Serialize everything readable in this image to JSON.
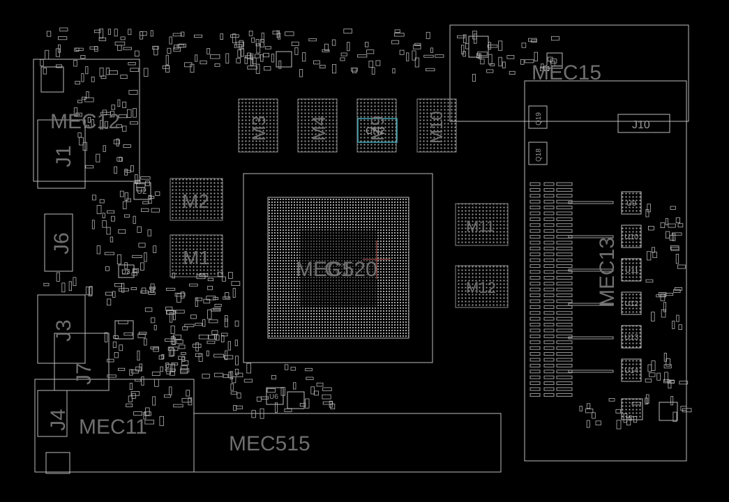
{
  "board": {
    "labels": {
      "mec12": "MEC12",
      "mec13": "MEC13",
      "mec15": "MEC15",
      "mec11": "MEC11",
      "mec515": "MEC515",
      "mec520": "MEC520",
      "g1": "G1"
    },
    "connectors": {
      "j1": "J1",
      "j6": "J6",
      "j3": "J3",
      "j7": "J7",
      "j4": "J4",
      "j10": "J10"
    },
    "memory": {
      "m1": "M1",
      "m2": "M2",
      "m3": "M3",
      "m4": "M4",
      "m9": "M9",
      "m10": "M10",
      "m11": "M11",
      "m12": "M12"
    },
    "chips": {
      "u9": "U9",
      "u10": "U10",
      "u11": "U11",
      "u12": "U12",
      "u13": "U13",
      "u14": "U14",
      "u2": "U2",
      "u3": "U3",
      "u6": "U6",
      "q18": "Q18",
      "q19": "Q19",
      "cn2": "CN2"
    },
    "colors": {
      "background": "#000000",
      "outline": "#bdbdbd",
      "label": "#6f6f6f",
      "highlight": "#3fa7b5"
    }
  }
}
